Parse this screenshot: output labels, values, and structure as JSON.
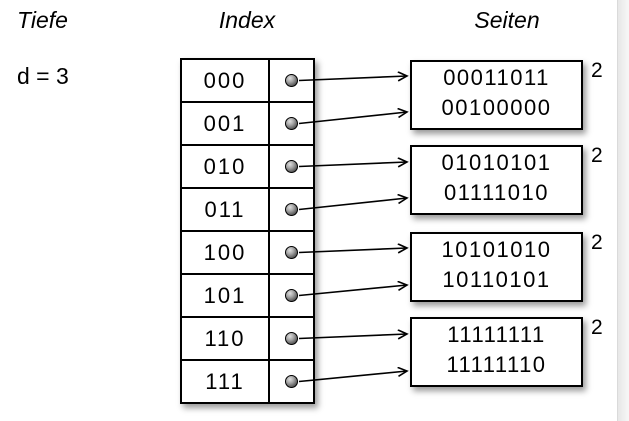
{
  "labels": {
    "tiefe": "Tiefe",
    "depth_value": "d = 3",
    "index": "Index",
    "seiten": "Seiten"
  },
  "index_table": {
    "rows": [
      "000",
      "001",
      "010",
      "011",
      "100",
      "101",
      "110",
      "111"
    ]
  },
  "pages": [
    {
      "lines": [
        "00011011",
        "00100000"
      ],
      "local_depth": "2"
    },
    {
      "lines": [
        "01010101",
        "01111010"
      ],
      "local_depth": "2"
    },
    {
      "lines": [
        "10101010",
        "10110101"
      ],
      "local_depth": "2"
    },
    {
      "lines": [
        "11111111",
        "11111110"
      ],
      "local_depth": "2"
    }
  ],
  "links": [
    {
      "from_index": "000",
      "to_page": 1
    },
    {
      "from_index": "001",
      "to_page": 1
    },
    {
      "from_index": "010",
      "to_page": 2
    },
    {
      "from_index": "011",
      "to_page": 2
    },
    {
      "from_index": "100",
      "to_page": 3
    },
    {
      "from_index": "101",
      "to_page": 3
    },
    {
      "from_index": "110",
      "to_page": 4
    },
    {
      "from_index": "111",
      "to_page": 4
    }
  ],
  "colors": {
    "line": "#000000",
    "background": "#ffffff",
    "box_fill": "#ffffff",
    "side_band": "#ededed"
  }
}
